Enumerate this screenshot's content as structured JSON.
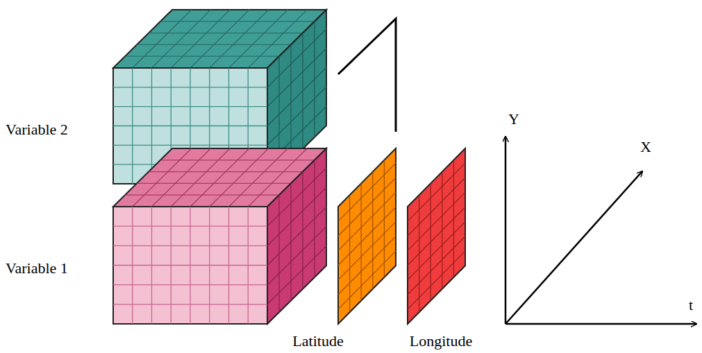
{
  "diagram": {
    "labels": [
      "Variable 2",
      "Variable 1",
      "Latitude",
      "Longitude",
      "Y",
      "X",
      "t"
    ]
  }
}
